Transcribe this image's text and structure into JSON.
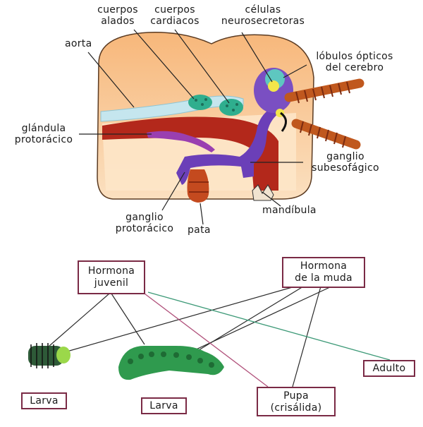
{
  "anatomy": {
    "labels": {
      "cuerpos_alados": [
        "cuerpos",
        "alados"
      ],
      "cuerpos_cardiacos": [
        "cuerpos",
        "cardiacos"
      ],
      "celulas_neurosecretoras": [
        "células",
        "neurosecretoras"
      ],
      "aorta": "aorta",
      "lobulos_opticos": [
        "lóbulos ópticos",
        "del cerebro"
      ],
      "glandula_protoracica": [
        "glándula",
        "protorácico"
      ],
      "ganglio_subesofagico": [
        "ganglio",
        "subesofágico"
      ],
      "ganglio_protoracico": [
        "ganglio",
        "protorácico"
      ],
      "pata": "pata",
      "mandibula": "mandíbula"
    }
  },
  "hormones": {
    "juvenil": [
      "Hormona",
      "juvenil"
    ],
    "muda": [
      "Hormona",
      "de la muda"
    ]
  },
  "stages": {
    "larva_small": "Larva",
    "larva_large": "Larva",
    "pupa": [
      "Pupa",
      "(crisálida)"
    ],
    "adulto": "Adulto"
  },
  "colors": {
    "head_fill": "#f5c48e",
    "inner_fill": "#fbe3c4",
    "aorta": "#c5e6ee",
    "muscle_red": "#b3281b",
    "nerve_purple": "#6b3fb8",
    "gland_purple": "#9a3fb0",
    "green_bodies": "#2fae8e",
    "box_border": "#7a2a45",
    "line_pink": "#b0507a",
    "line_green": "#3e9a78"
  }
}
